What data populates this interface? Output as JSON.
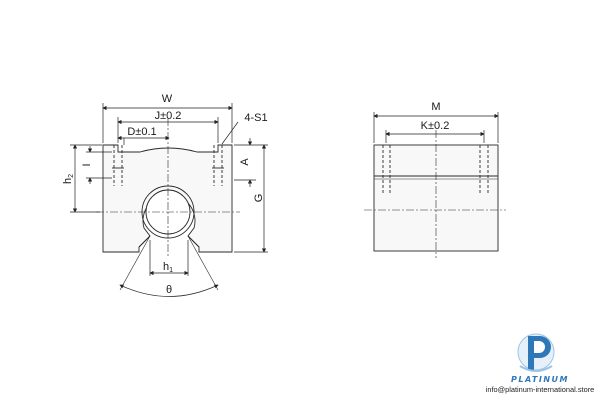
{
  "labels": {
    "W": "W",
    "J": "J±0.2",
    "D": "D±0.1",
    "S1": "4-S1",
    "I": "I",
    "A": "A",
    "h2_base": "h",
    "h2_sub": "2",
    "G": "G",
    "h1_base": "h",
    "h1_sub": "1",
    "theta": "θ",
    "M": "M",
    "K": "K±0.2"
  },
  "brand": {
    "name": "PLATINUM",
    "email": "info@platinum-international.store",
    "colors": {
      "primary": "#2f78b8",
      "light": "#9cc3e6"
    }
  },
  "colors": {
    "outline": "#2a2a2a",
    "fill": "#f7f7f7",
    "hatch": "#dcdcdc"
  }
}
